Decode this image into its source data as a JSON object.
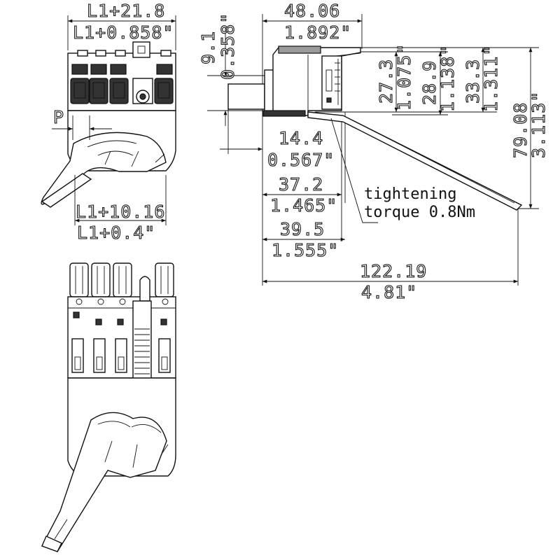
{
  "dimensions": {
    "l1_plus_21_8": "L1+21.8",
    "l1_plus_0_858_in": "L1+0.858\"",
    "pitch_label": "P",
    "l1_plus_10_16": "L1+10.16",
    "l1_plus_0_4_in": "L1+0.4\"",
    "d_48_06": "48.06",
    "d_1_892_in": "1.892\"",
    "d_9_1": "9.1",
    "d_0_358_in": "0.358\"",
    "d_27_3": "27.3",
    "d_1_075_in": "1.075\"",
    "d_28_9": "28.9",
    "d_1_138_in": "1.138\"",
    "d_33_3": "33.3",
    "d_1_311_in": "1.311\"",
    "d_79_08": "79.08",
    "d_3_113_in": "3.113\"",
    "d_14_4": "14.4",
    "d_0_567_in": "0.567\"",
    "d_37_2": "37.2",
    "d_1_465_in": "1.465\"",
    "d_39_5": "39.5",
    "d_1_555_in": "1.555\"",
    "d_122_19": "122.19",
    "d_4_81_in": "4.81\""
  },
  "note": {
    "line1": "tightening",
    "line2": "torque 0.8Nm"
  }
}
